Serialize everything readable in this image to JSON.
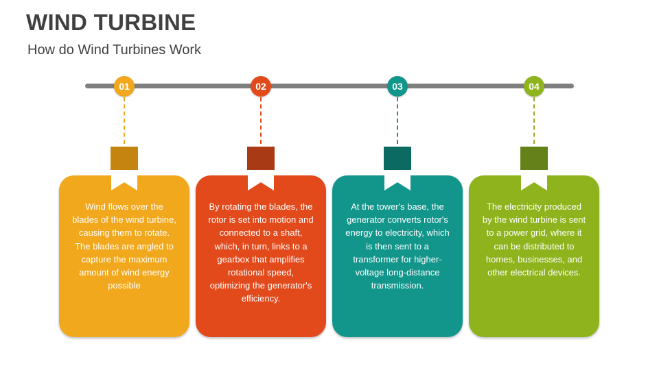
{
  "header": {
    "title": "WIND TURBINE",
    "subtitle": "How do Wind Turbines Work"
  },
  "colors": {
    "timeline": "#7f7f7f"
  },
  "steps": [
    {
      "number": "01",
      "text": "Wind flows over the blades of the wind turbine, causing them to rotate. The blades are angled to capture the maximum amount of wind energy possible",
      "color": "#f2a81d",
      "dark": "#c5830f"
    },
    {
      "number": "02",
      "text": "By rotating the blades, the rotor is set into motion and connected to a shaft, which, in turn, links to a gearbox that amplifies rotational speed, optimizing the generator's efficiency.",
      "color": "#e24a1c",
      "dark": "#a93a16"
    },
    {
      "number": "03",
      "text": "At the tower's base, the generator converts rotor's energy to electricity, which is then sent to a transformer for higher-voltage long-distance transmission.",
      "color": "#12968b",
      "dark": "#0b6a62"
    },
    {
      "number": "04",
      "text": "The electricity produced by the wind turbine is sent to a power grid, where it can be distributed to homes, businesses, and other electrical devices.",
      "color": "#8fb31c",
      "dark": "#64811a"
    }
  ]
}
